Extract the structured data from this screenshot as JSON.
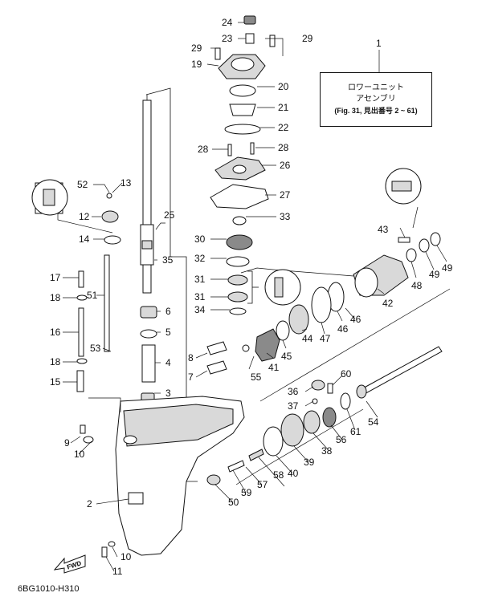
{
  "legend": {
    "number": "1",
    "line1": "ロワーユニット",
    "line2": "アセンブリ",
    "line3": "(Fig. 31, 見出番号 2 ~ 61)"
  },
  "diagram_code": "6BG1010-H310",
  "fwd_label": "FWD",
  "callouts": {
    "c2": "2",
    "c3": "3",
    "c4": "4",
    "c5": "5",
    "c6": "6",
    "c7": "7",
    "c8": "8",
    "c9": "9",
    "c10a": "10",
    "c10b": "10",
    "c11": "11",
    "c12": "12",
    "c13": "13",
    "c14": "14",
    "c15": "15",
    "c16": "16",
    "c17": "17",
    "c18a": "18",
    "c18b": "18",
    "c19": "19",
    "c20": "20",
    "c21": "21",
    "c22": "22",
    "c23": "23",
    "c24": "24",
    "c25": "25",
    "c26": "26",
    "c27": "27",
    "c28a": "28",
    "c28b": "28",
    "c29a": "29",
    "c29b": "29",
    "c30": "30",
    "c31a": "31",
    "c31b": "31",
    "c32": "32",
    "c33": "33",
    "c34": "34",
    "c35": "35",
    "c36": "36",
    "c37": "37",
    "c38": "38",
    "c39": "39",
    "c40": "40",
    "c41": "41",
    "c42": "42",
    "c43": "43",
    "c44": "44",
    "c45": "45",
    "c46a": "46",
    "c46b": "46",
    "c47": "47",
    "c48": "48",
    "c49a": "49",
    "c49b": "49",
    "c50": "50",
    "c51": "51",
    "c52": "52",
    "c53": "53",
    "c54": "54",
    "c55": "55",
    "c56": "56",
    "c57": "57",
    "c58": "58",
    "c59": "59",
    "c60": "60",
    "c61": "61"
  }
}
